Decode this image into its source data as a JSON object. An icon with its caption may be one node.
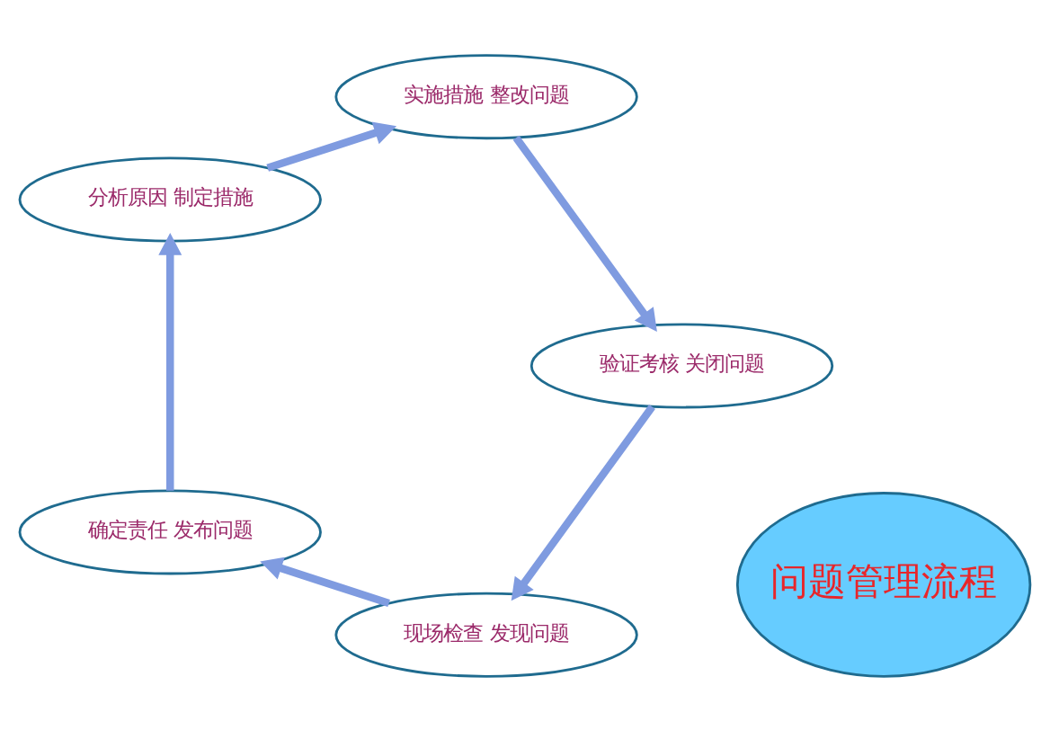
{
  "diagram": {
    "nodes": [
      {
        "text": [
          "问题管理流程"
        ]
      },
      {
        "text": [
          "现场检查 发现问题"
        ]
      },
      {
        "text": [
          "确定责任 发布问题"
        ]
      },
      {
        "text": [
          "分析原因 制定措施"
        ]
      },
      {
        "text": [
          "实施措施 整改问题"
        ]
      },
      {
        "text": [
          "验证考核 关闭问题"
        ]
      }
    ],
    "edges": [
      {
        "from": 1,
        "to": 2,
        "arrow": "to"
      },
      {
        "from": 2,
        "to": 3,
        "arrow": "to"
      },
      {
        "from": 3,
        "to": 4,
        "arrow": "to"
      },
      {
        "from": 4,
        "to": 5,
        "arrow": "to"
      },
      {
        "from": 5,
        "to": 1,
        "arrow": "to"
      }
    ]
  }
}
